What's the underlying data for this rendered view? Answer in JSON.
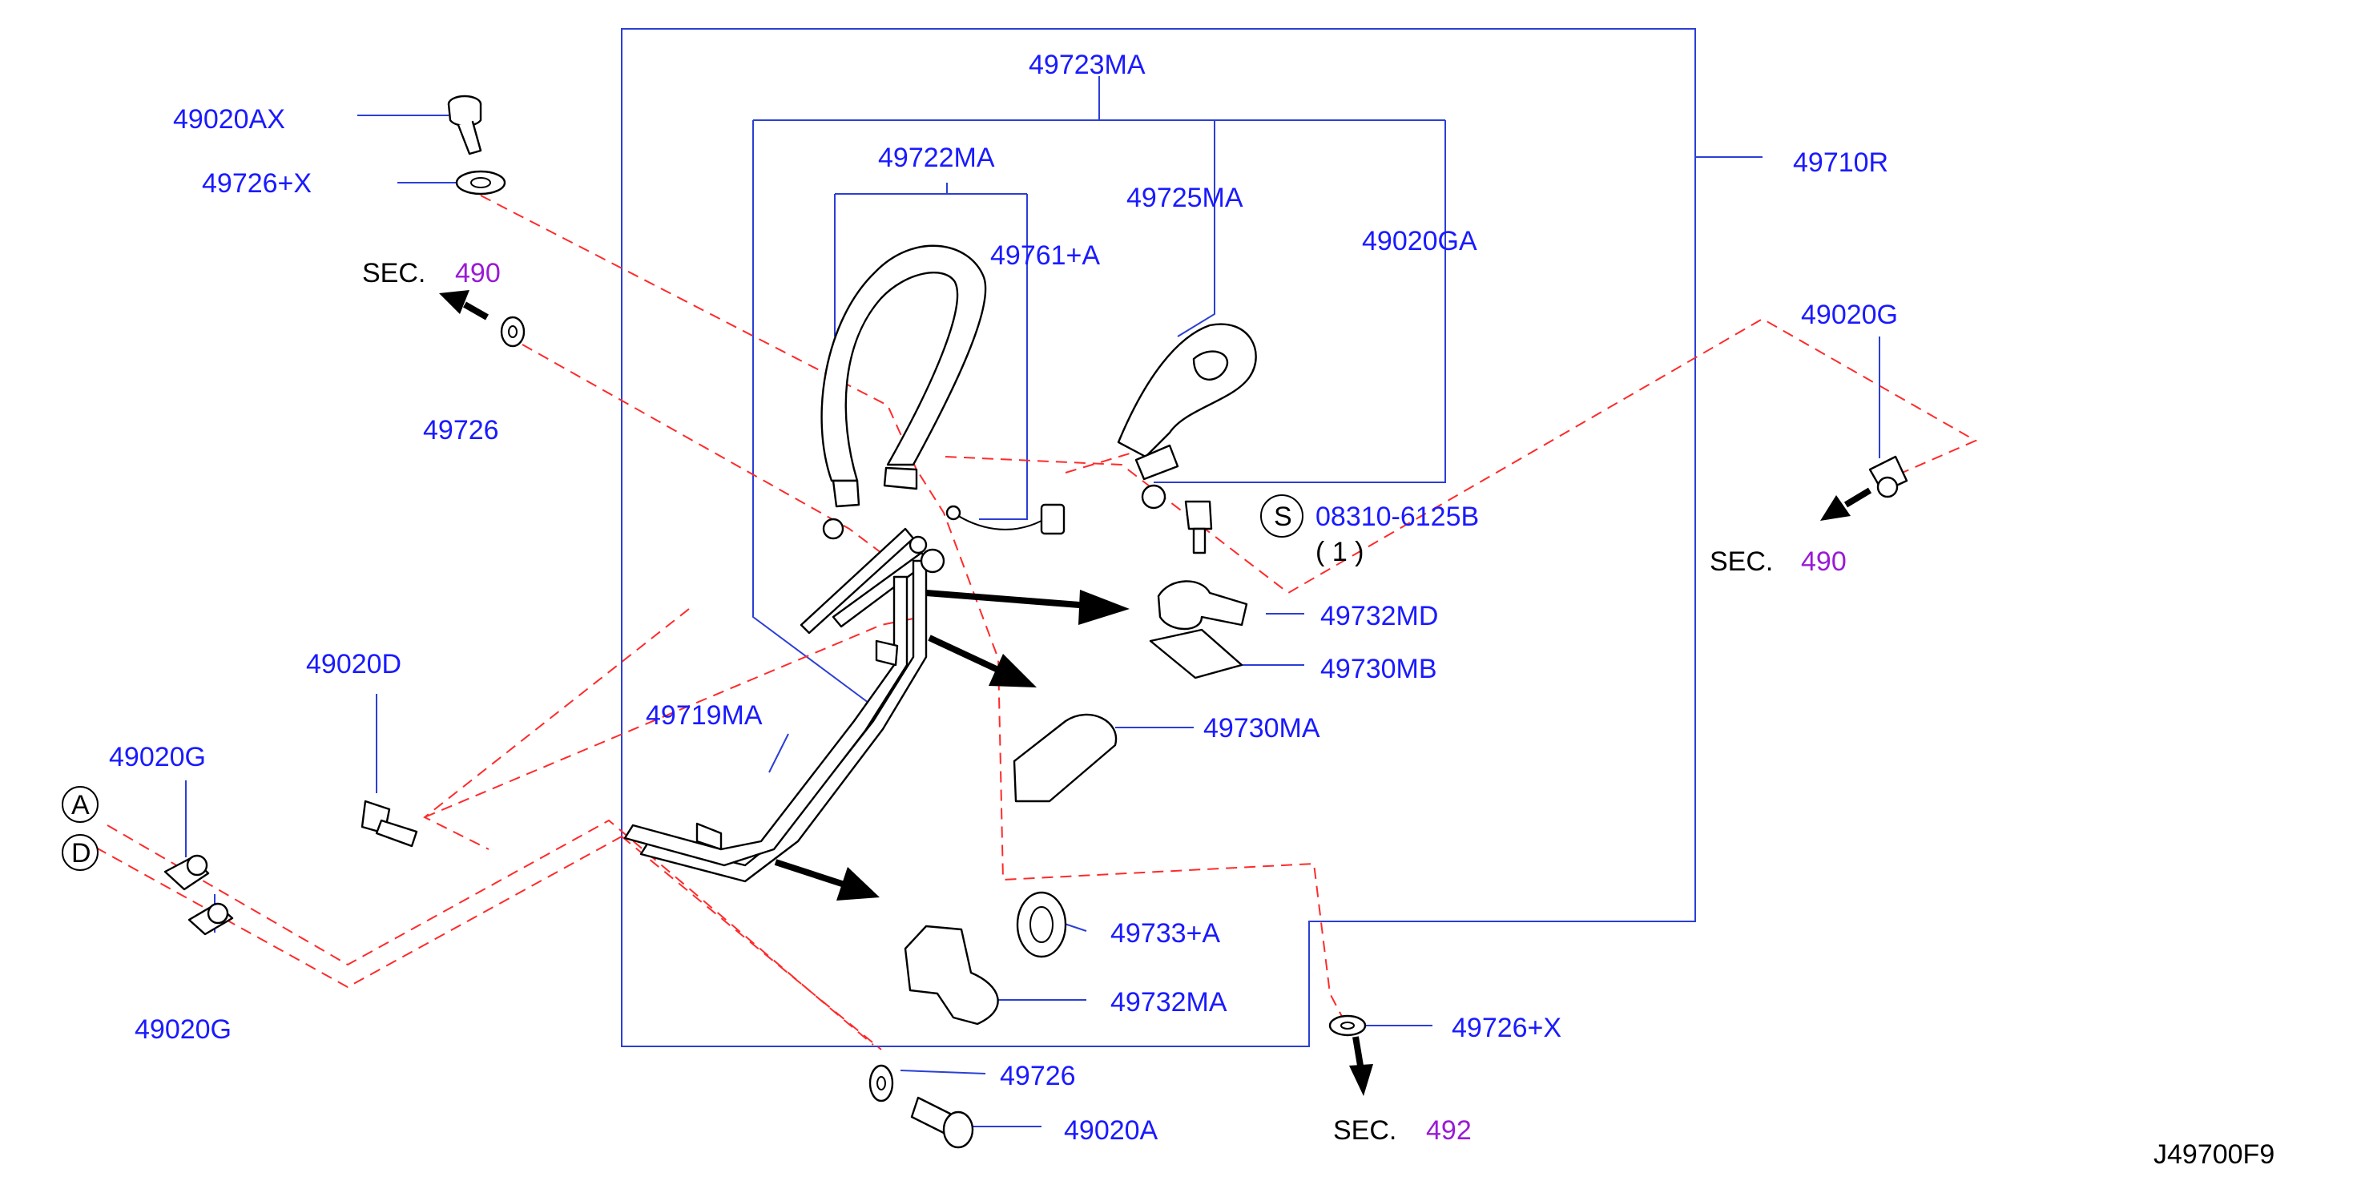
{
  "diagram_id": "J49700F9",
  "callouts": {
    "p49020AX": "49020AX",
    "p49726X_top": "49726+X",
    "sec_left_label": "SEC.",
    "sec_left_num": "490",
    "p49726_left": "49726",
    "p49723MA": "49723MA",
    "p49722MA": "49722MA",
    "p49725MA": "49725MA",
    "p49761A": "49761+A",
    "p49020GA": "49020GA",
    "p49710R": "49710R",
    "p49020G_right": "49020G",
    "sec_right_label": "SEC.",
    "sec_right_num": "490",
    "bolt_symbol": "S",
    "p08310": "08310-6125B",
    "p08310_qty": "( 1 )",
    "p49732MD": "49732MD",
    "p49730MB": "49730MB",
    "p49730MA": "49730MA",
    "p49020D": "49020D",
    "p49719MA": "49719MA",
    "p49020G_left_top": "49020G",
    "marker_a": "A",
    "marker_d": "D",
    "p49020G_left_bottom": "49020G",
    "p49733A": "49733+A",
    "p49732MA": "49732MA",
    "p49726_bottom": "49726",
    "p49020A": "49020A",
    "p49726X_bottom": "49726+X",
    "sec_bottom_label": "SEC.",
    "sec_bottom_num": "492"
  },
  "colors": {
    "part_number": "#1a1aff",
    "section_number": "#9a1ad6",
    "leader_line": "#2b3fd6",
    "dashed_connection": "#ff2a2a",
    "drawing": "#000000"
  }
}
